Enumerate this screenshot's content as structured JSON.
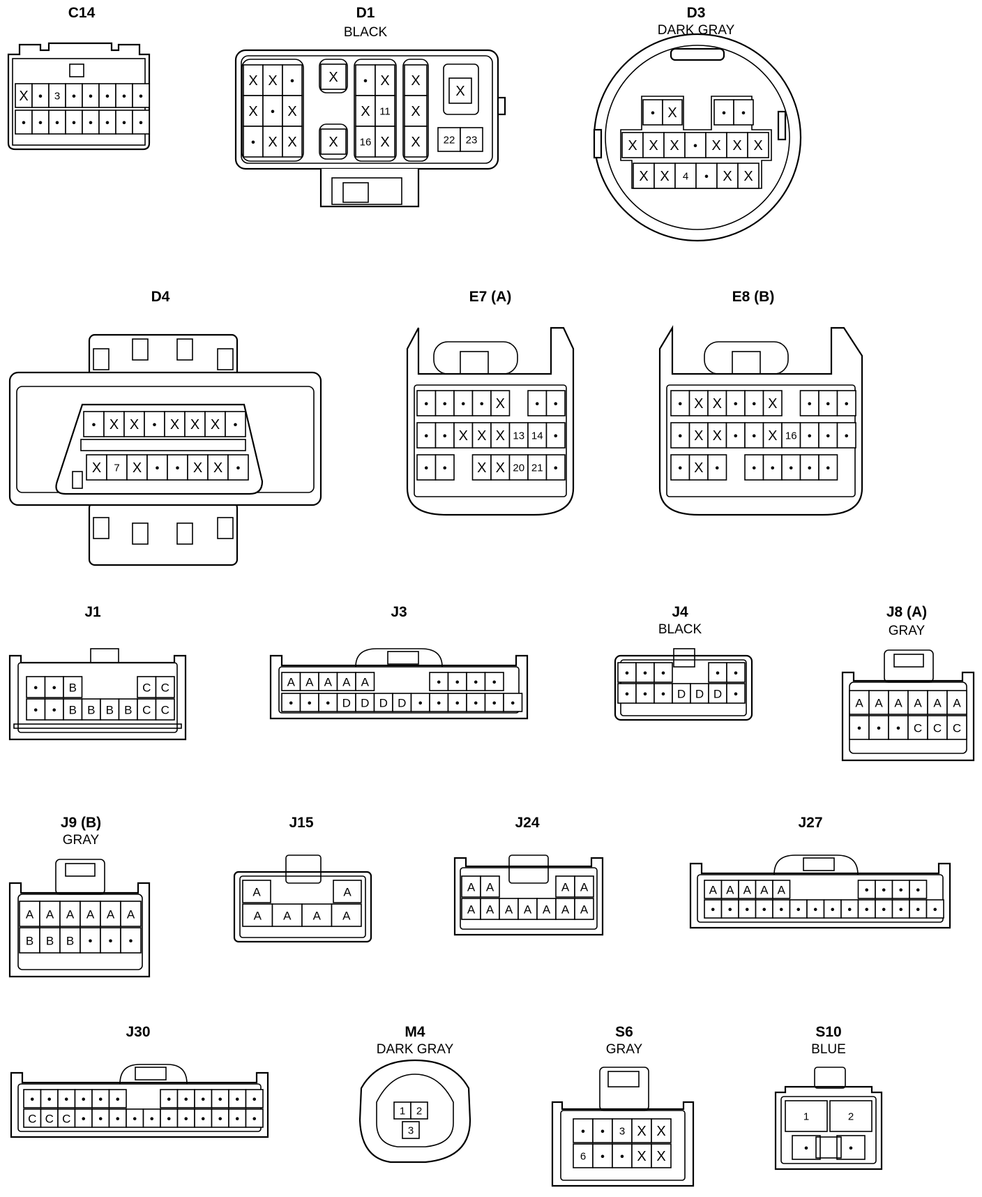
{
  "connectors": [
    {
      "id": "c14",
      "name": "C14",
      "color": "",
      "rows": [
        [
          "X",
          "•",
          "3",
          "•",
          "•",
          "•",
          "•",
          "•"
        ],
        [
          "•",
          "•",
          "•",
          "•",
          "•",
          "•",
          "•",
          "•"
        ]
      ]
    },
    {
      "id": "d1",
      "name": "D1",
      "color": "BLACK",
      "groups": [
        {
          "rows": [
            [
              "X",
              "X",
              "•"
            ],
            [
              "X",
              "•",
              "X"
            ],
            [
              "•",
              "X",
              "X"
            ]
          ]
        },
        {
          "rows": [
            [
              "X"
            ],
            [
              "X"
            ]
          ]
        },
        {
          "rows": [
            [
              "•",
              "X"
            ],
            [
              "X",
              "11"
            ],
            [
              "16",
              "X"
            ]
          ]
        },
        {
          "rows": [
            [
              "X"
            ],
            [
              "X"
            ],
            [
              "X"
            ]
          ]
        },
        {
          "rows": [
            [
              "X"
            ]
          ]
        },
        {
          "rows": [
            [
              "22",
              "23"
            ]
          ]
        }
      ]
    },
    {
      "id": "d3",
      "name": "D3",
      "color": "DARK GRAY",
      "rows": [
        [
          "•",
          "X",
          "•",
          "•"
        ],
        [
          "X",
          "X",
          "X",
          "•",
          "X",
          "X",
          "X"
        ],
        [
          "X",
          "X",
          "4",
          "•",
          "X",
          "X"
        ]
      ]
    },
    {
      "id": "d4",
      "name": "D4",
      "color": "",
      "rows": [
        [
          "•",
          "X",
          "X",
          "•",
          "X",
          "X",
          "X",
          "•"
        ],
        [
          "X",
          "7",
          "X",
          "•",
          "•",
          "X",
          "X",
          "•"
        ]
      ]
    },
    {
      "id": "e7",
      "name": "E7 (A)",
      "color": "",
      "rows": [
        [
          "•",
          "•",
          "•",
          "•",
          "X",
          "•",
          "•"
        ],
        [
          "•",
          "•",
          "X",
          "X",
          "X",
          "13",
          "14",
          "•"
        ],
        [
          "•",
          "•",
          "X",
          "X",
          "20",
          "21",
          "•"
        ]
      ]
    },
    {
      "id": "e8",
      "name": "E8 (B)",
      "color": "",
      "rows": [
        [
          "•",
          "X",
          "X",
          "•",
          "•",
          "X",
          "•",
          "•",
          "•"
        ],
        [
          "•",
          "X",
          "X",
          "•",
          "•",
          "X",
          "16",
          "•",
          "•",
          "•"
        ],
        [
          "•",
          "X",
          "•",
          "•",
          "•",
          "•",
          "•",
          "•"
        ]
      ]
    },
    {
      "id": "j1",
      "name": "J1",
      "color": "",
      "rows": [
        [
          "•",
          "•",
          "B",
          "C",
          "C"
        ],
        [
          "•",
          "•",
          "B",
          "B",
          "B",
          "B",
          "C",
          "C"
        ]
      ]
    },
    {
      "id": "j3",
      "name": "J3",
      "color": "",
      "rows": [
        [
          "A",
          "A",
          "A",
          "A",
          "A",
          "•",
          "•",
          "•",
          "•"
        ],
        [
          "•",
          "•",
          "•",
          "D",
          "D",
          "D",
          "D",
          "•",
          "•",
          "•",
          "•",
          "•",
          "•"
        ]
      ]
    },
    {
      "id": "j4",
      "name": "J4",
      "color": "BLACK",
      "rows": [
        [
          "•",
          "•",
          "•",
          "•",
          "•"
        ],
        [
          "•",
          "•",
          "•",
          "D",
          "D",
          "D",
          "•"
        ]
      ]
    },
    {
      "id": "j8",
      "name": "J8 (A)",
      "color": "GRAY",
      "rows": [
        [
          "A",
          "A",
          "A",
          "A",
          "A",
          "A"
        ],
        [
          "•",
          "•",
          "•",
          "C",
          "C",
          "C"
        ]
      ]
    },
    {
      "id": "j9",
      "name": "J9 (B)",
      "color": "GRAY",
      "rows": [
        [
          "A",
          "A",
          "A",
          "A",
          "A",
          "A"
        ],
        [
          "B",
          "B",
          "B",
          "•",
          "•",
          "•"
        ]
      ]
    },
    {
      "id": "j15",
      "name": "J15",
      "color": "",
      "rows": [
        [
          "A",
          "A"
        ],
        [
          "A",
          "A",
          "A",
          "A"
        ]
      ]
    },
    {
      "id": "j24",
      "name": "J24",
      "color": "",
      "rows": [
        [
          "A",
          "A",
          "A",
          "A"
        ],
        [
          "A",
          "A",
          "A",
          "A",
          "A",
          "A",
          "A"
        ]
      ]
    },
    {
      "id": "j27",
      "name": "J27",
      "color": "",
      "rows": [
        [
          "A",
          "A",
          "A",
          "A",
          "A",
          "•",
          "•",
          "•",
          "•"
        ],
        [
          "•",
          "•",
          "•",
          "•",
          "•",
          "•",
          "•",
          "•",
          "•",
          "•",
          "•",
          "•",
          "•",
          "•"
        ]
      ]
    },
    {
      "id": "j30",
      "name": "J30",
      "color": "",
      "rows": [
        [
          "•",
          "•",
          "•",
          "•",
          "•",
          "•",
          "•",
          "•",
          "•",
          "•",
          "•",
          "•"
        ],
        [
          "C",
          "C",
          "C",
          "•",
          "•",
          "•",
          "•",
          "•",
          "•",
          "•",
          "•",
          "•",
          "•",
          "•"
        ]
      ]
    },
    {
      "id": "m4",
      "name": "M4",
      "color": "DARK GRAY",
      "rows": [
        [
          "1",
          "2"
        ],
        [
          "3"
        ]
      ]
    },
    {
      "id": "s6",
      "name": "S6",
      "color": "GRAY",
      "rows": [
        [
          "•",
          "•",
          "3",
          "X",
          "X"
        ],
        [
          "6",
          "•",
          "•",
          "X",
          "X"
        ]
      ]
    },
    {
      "id": "s10",
      "name": "S10",
      "color": "BLUE",
      "rows": [
        [
          "1",
          "2"
        ],
        [
          "•",
          "•"
        ]
      ]
    }
  ]
}
